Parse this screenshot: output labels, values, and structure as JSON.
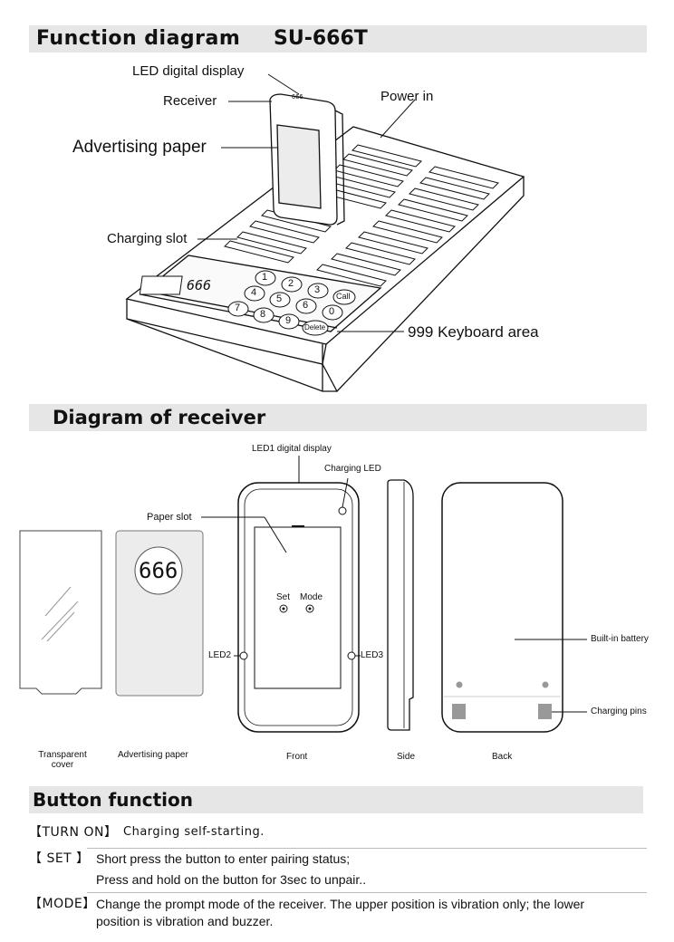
{
  "sections": {
    "function_diagram": {
      "title": "Function diagram",
      "model": "SU-666T"
    },
    "receiver_diagram": {
      "title": "Diagram of receiver"
    },
    "button_function": {
      "title": "Button function"
    }
  },
  "pager_labels": {
    "led_digital_display": "LED digital display",
    "receiver": "Receiver",
    "power_in": "Power in",
    "advertising_paper": "Advertising paper",
    "charging_slot": "Charging slot",
    "keyboard_area": "999 Keyboard area",
    "receiver_display_digits": "666",
    "base_display_digits": "666",
    "keypad_keys": [
      "1",
      "2",
      "3",
      "Call",
      "4",
      "5",
      "6",
      "0",
      "7",
      "8",
      "9",
      "Delete"
    ]
  },
  "receiver_labels": {
    "led1_display": "LED1 digital display",
    "charging_led": "Charging LED",
    "paper_slot": "Paper slot",
    "set": "Set",
    "mode": "Mode",
    "led2": "LED2",
    "led3": "LED3",
    "built_in_battery": "Built-in battery",
    "charging_pins": "Charging pins",
    "paper_digits": "666",
    "captions": {
      "transparent_cover_1": "Transparent",
      "transparent_cover_2": "cover",
      "advertising_paper": "Advertising paper",
      "front": "Front",
      "side": "Side",
      "back": "Back"
    }
  },
  "buttons": [
    {
      "tag": "【TURN ON】",
      "lines": [
        "Charging self-starting."
      ]
    },
    {
      "tag": "【 SET 】",
      "lines": [
        "Short press the button to enter pairing status;",
        "Press and hold on the button for 3sec to unpair.."
      ]
    },
    {
      "tag": "【MODE】",
      "lines": [
        "Change the prompt mode of the receiver. The upper position is vibration only; the lower",
        "position is vibration and buzzer."
      ]
    }
  ]
}
